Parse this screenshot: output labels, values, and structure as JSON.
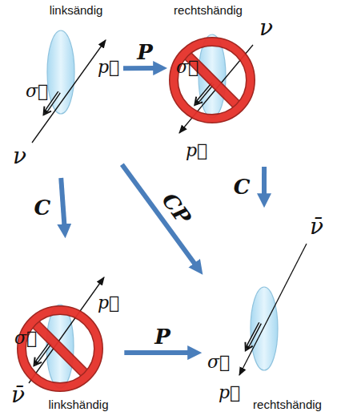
{
  "diagram": {
    "nodes": [
      {
        "text": [
          "linksändig",
          "σ⃗",
          "p⃗",
          "ν"
        ]
      },
      {
        "text": [
          "rechtshändig",
          "ν",
          "σ⃗",
          "p⃗"
        ]
      },
      {
        "text": [
          "σ⃗",
          "p⃗",
          "ν̄",
          "linkshändig"
        ]
      },
      {
        "text": [
          "ν̄",
          "σ⃗",
          "p⃗",
          "rechtshändig"
        ]
      }
    ],
    "edges": [
      {
        "from": 0,
        "to": 1,
        "arrow": "to",
        "label": "P"
      },
      {
        "from": 0,
        "to": 2,
        "arrow": "to",
        "label": "C"
      },
      {
        "from": 0,
        "to": 3,
        "arrow": "to",
        "label": "CP"
      },
      {
        "from": 1,
        "to": 3,
        "arrow": "to",
        "label": "C"
      },
      {
        "from": 2,
        "to": 3,
        "arrow": "to",
        "label": "P"
      }
    ]
  }
}
